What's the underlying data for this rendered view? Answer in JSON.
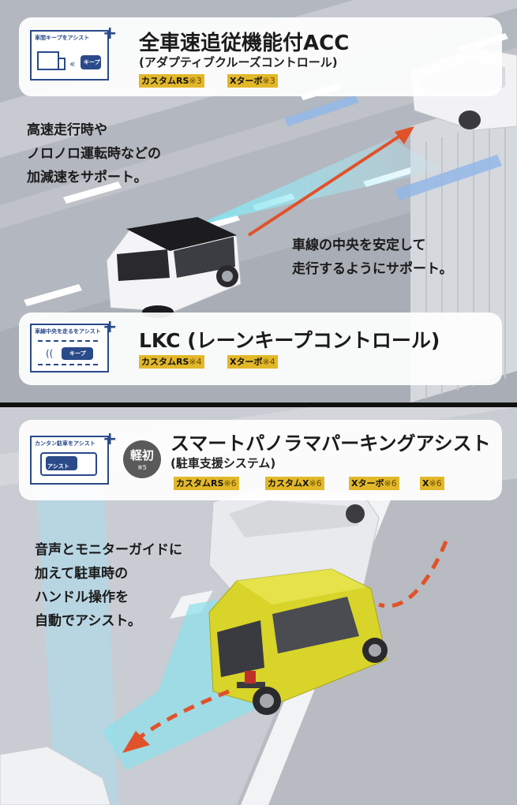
{
  "acc": {
    "badge_label": "車間キープをアシスト",
    "badge_icon_label": "キープ",
    "title": "全車速追従機能付ACC",
    "subtitle": "(アダプティブクルーズコントロール)",
    "tags": [
      {
        "label": "カスタムRS",
        "note": "※3"
      },
      {
        "label": "Xターボ",
        "note": "※3"
      }
    ]
  },
  "acc_description": [
    "高速走行時や",
    "ノロノロ運転時などの",
    "加減速をサポート。"
  ],
  "lane_description": [
    "車線の中央を安定して",
    "走行するようにサポート。"
  ],
  "lkc": {
    "badge_label": "車線中央を走るをアシスト",
    "badge_icon_label": "キープ",
    "title": "LKC (レーンキープコントロール)",
    "tags": [
      {
        "label": "カスタムRS",
        "note": "※4"
      },
      {
        "label": "Xターボ",
        "note": "※4"
      }
    ]
  },
  "parking": {
    "badge_label": "カンタン駐車をアシスト",
    "badge_icon_label": "アシスト",
    "first_badge": {
      "main": "軽初",
      "note": "※5"
    },
    "title": "スマートパノラマパーキングアシスト",
    "subtitle": "(駐車支援システム)",
    "tags": [
      {
        "label": "カスタムRS",
        "note": "※6"
      },
      {
        "label": "カスタムX",
        "note": "※6"
      },
      {
        "label": "Xターボ",
        "note": "※6"
      },
      {
        "label": "X",
        "note": "※6"
      }
    ]
  },
  "parking_description": [
    "音声とモニターガイドに",
    "加えて駐車時の",
    "ハンドル操作を",
    "自動でアシスト。"
  ],
  "colors": {
    "badge_blue": "#2a4a8a",
    "tag_yellow": "#e2b82a",
    "arrow_red": "#e0522a",
    "road_gray": "#b9bcc3",
    "car_yellow": "#d8d42a"
  }
}
